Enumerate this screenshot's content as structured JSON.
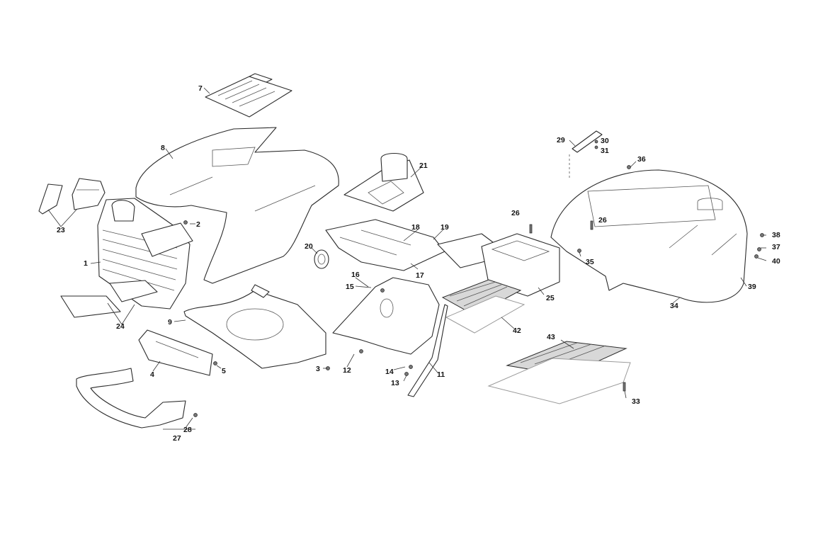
{
  "callouts": [
    {
      "id": "c1",
      "label": "1"
    },
    {
      "id": "c2",
      "label": "2"
    },
    {
      "id": "c3",
      "label": "3"
    },
    {
      "id": "c4",
      "label": "4"
    },
    {
      "id": "c5",
      "label": "5"
    },
    {
      "id": "c7",
      "label": "7"
    },
    {
      "id": "c8",
      "label": "8"
    },
    {
      "id": "c9",
      "label": "9"
    },
    {
      "id": "c11",
      "label": "11"
    },
    {
      "id": "c12",
      "label": "12"
    },
    {
      "id": "c13",
      "label": "13"
    },
    {
      "id": "c14",
      "label": "14"
    },
    {
      "id": "c15",
      "label": "15"
    },
    {
      "id": "c16",
      "label": "16"
    },
    {
      "id": "c17",
      "label": "17"
    },
    {
      "id": "c18",
      "label": "18"
    },
    {
      "id": "c19",
      "label": "19"
    },
    {
      "id": "c20",
      "label": "20"
    },
    {
      "id": "c21",
      "label": "21"
    },
    {
      "id": "c23",
      "label": "23"
    },
    {
      "id": "c24",
      "label": "24"
    },
    {
      "id": "c25",
      "label": "25"
    },
    {
      "id": "c26a",
      "label": "26"
    },
    {
      "id": "c26b",
      "label": "26"
    },
    {
      "id": "c27",
      "label": "27"
    },
    {
      "id": "c28",
      "label": "28"
    },
    {
      "id": "c29",
      "label": "29"
    },
    {
      "id": "c30",
      "label": "30"
    },
    {
      "id": "c31",
      "label": "31"
    },
    {
      "id": "c33",
      "label": "33"
    },
    {
      "id": "c34",
      "label": "34"
    },
    {
      "id": "c35",
      "label": "35"
    },
    {
      "id": "c36",
      "label": "36"
    },
    {
      "id": "c37",
      "label": "37"
    },
    {
      "id": "c38",
      "label": "38"
    },
    {
      "id": "c39",
      "label": "39"
    },
    {
      "id": "c40",
      "label": "40"
    },
    {
      "id": "c42",
      "label": "42"
    },
    {
      "id": "c43",
      "label": "43"
    }
  ]
}
